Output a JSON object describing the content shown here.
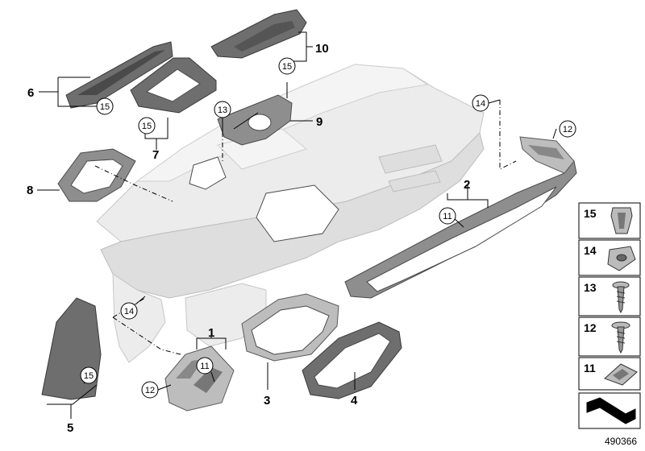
{
  "parts": {
    "p1": "1",
    "p2": "2",
    "p3": "3",
    "p4": "4",
    "p5": "5",
    "p6": "6",
    "p7": "7",
    "p8": "8",
    "p9": "9",
    "p10": "10"
  },
  "callouts": {
    "c15_top": "15",
    "c15_6": "15",
    "c15_7": "15",
    "c13": "13",
    "c14_right": "14",
    "c12_right": "12",
    "c11_2": "11",
    "c14_left": "14",
    "c11_1": "11",
    "c12_left": "12",
    "c15_5": "15"
  },
  "legend": {
    "items": [
      "15",
      "14",
      "13",
      "12",
      "11"
    ]
  },
  "reference_number": "490366"
}
